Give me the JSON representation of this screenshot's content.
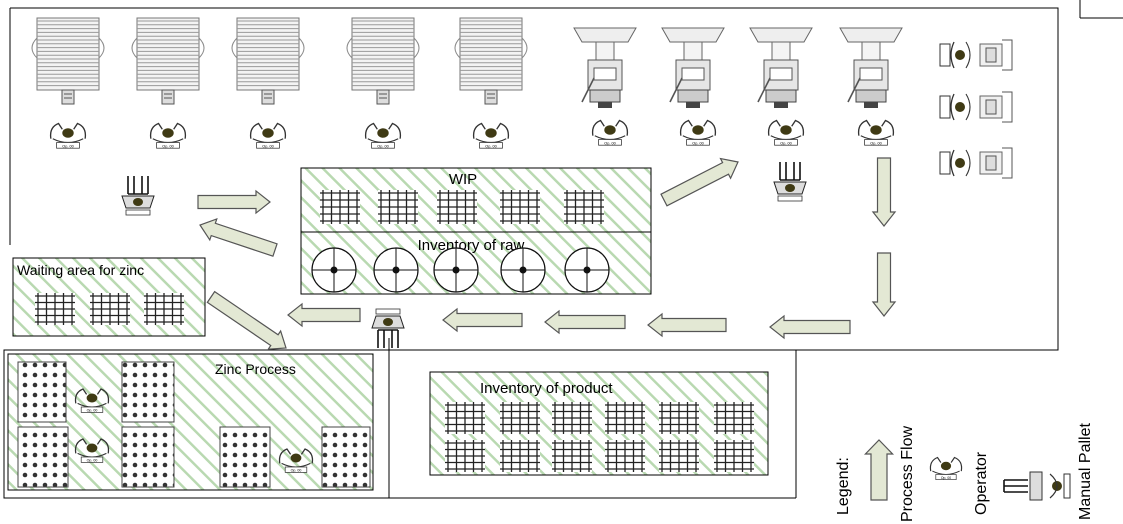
{
  "zones": {
    "wip": "WIP",
    "raw": "Inventory of raw",
    "waiting": "Waiting area for zinc",
    "zinc": "Zinc Process",
    "product": "Inventory of product"
  },
  "legend": {
    "title": "Legend:",
    "process_flow": "Process Flow",
    "operator": "Operator",
    "manual_pallet": "Manual Pallet"
  },
  "operator_tag": "Op. 00",
  "colors": {
    "hatch": "#b9d9b1",
    "arrow_fill": "#e3e8d4",
    "arrow_stroke": "#555555",
    "operator_head": "#3f3a14",
    "line": "#000000"
  },
  "icons": {
    "operator": "operator-icon",
    "pallet": "manual-pallet-icon",
    "machine_a": "radiator-machine-icon",
    "machine_b": "press-machine-icon",
    "stack": "pallet-stack-icon",
    "coil": "raw-coil-icon"
  },
  "counts": {
    "machines_a": 5,
    "machines_b": 4,
    "side_stations": 3,
    "wip_stacks": 5,
    "raw_coils": 5,
    "waiting_stacks": 3,
    "product_stacks": 12
  }
}
